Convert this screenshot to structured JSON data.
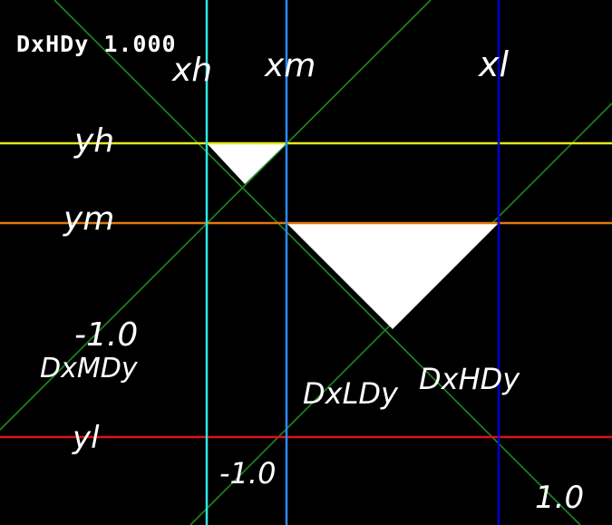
{
  "hud": {
    "label": "DxHDy",
    "value": "1.000"
  },
  "labels": {
    "xh": "xh",
    "xm": "xm",
    "xl": "xl",
    "yh": "yh",
    "ym": "ym",
    "yl": "yl",
    "neg_one_left": "-1.0",
    "dxmdy": "DxMDy",
    "dxldy": "DxLDy",
    "dxhdy": "DxHDy",
    "neg_one_bottom": "-1.0",
    "one_bottom": "1.0"
  },
  "colors": {
    "background": "#000000",
    "xh_line": "#2ee6e6",
    "xm_line": "#2a8cff",
    "xl_line": "#0000d0",
    "yh_line": "#e6e61e",
    "ym_line": "#e07810",
    "yl_line": "#e01010",
    "diagonal": "#1e8a1e",
    "triangle": "#ffffff",
    "text": "#ffffff"
  }
}
